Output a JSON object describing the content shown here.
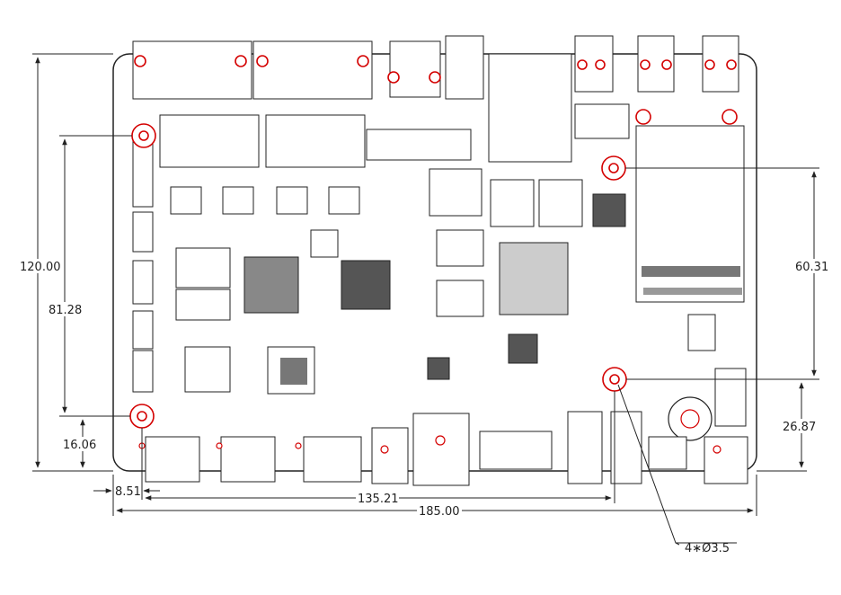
{
  "drawing": {
    "colors": {
      "outline": "#222222",
      "holes": "#d40000",
      "ink": "#444444"
    },
    "dimensions": {
      "height_total": "120.00",
      "height_hole_span_left": "81.28",
      "hole_from_bottom": "16.06",
      "hole_offset_left": "8.51",
      "hole_span_horizontal": "135.21",
      "width_total": "185.00",
      "height_hole_span_right": "60.31",
      "right_hole_from_bottom": "26.87"
    },
    "callout": "4∗Ø3.5"
  }
}
